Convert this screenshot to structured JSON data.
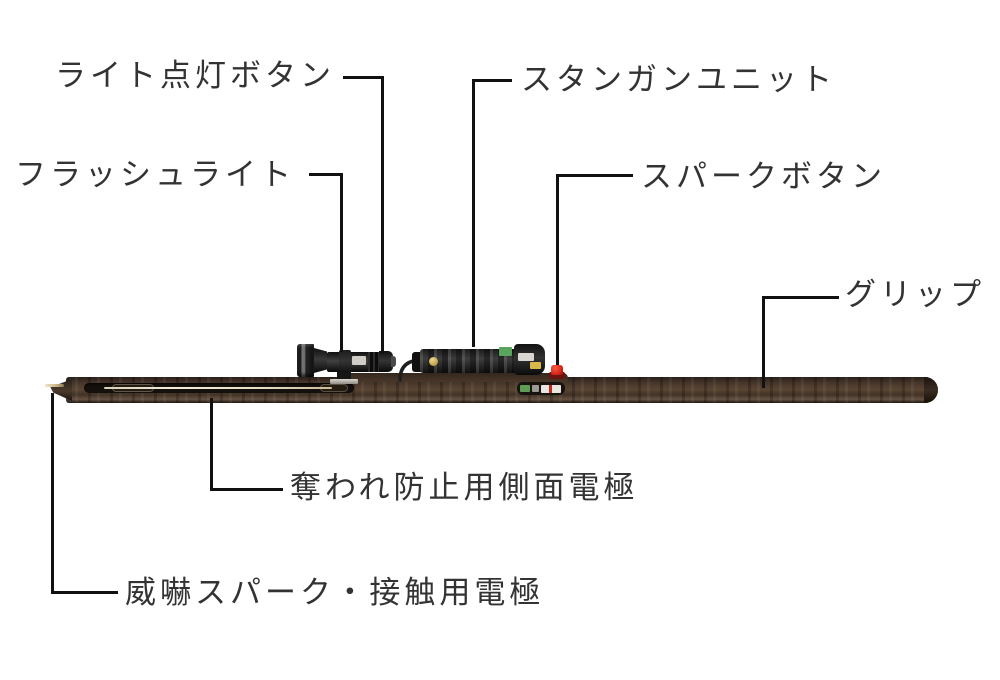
{
  "diagram": {
    "labels": {
      "light_button": "ライト点灯ボタン",
      "flashlight": "フラッシュライト",
      "stun_gun_unit": "スタンガンユニット",
      "spark_button": "スパークボタン",
      "grip": "グリップ",
      "side_electrode": "奪われ防止用側面電極",
      "contact_electrode": "威嚇スパーク・接触用電極"
    },
    "colors": {
      "background": "#ffffff",
      "callout_line": "#111111",
      "label_text": "#333333",
      "spark_button_red": "#d02318",
      "electrode_brass": "#c9b488"
    }
  }
}
